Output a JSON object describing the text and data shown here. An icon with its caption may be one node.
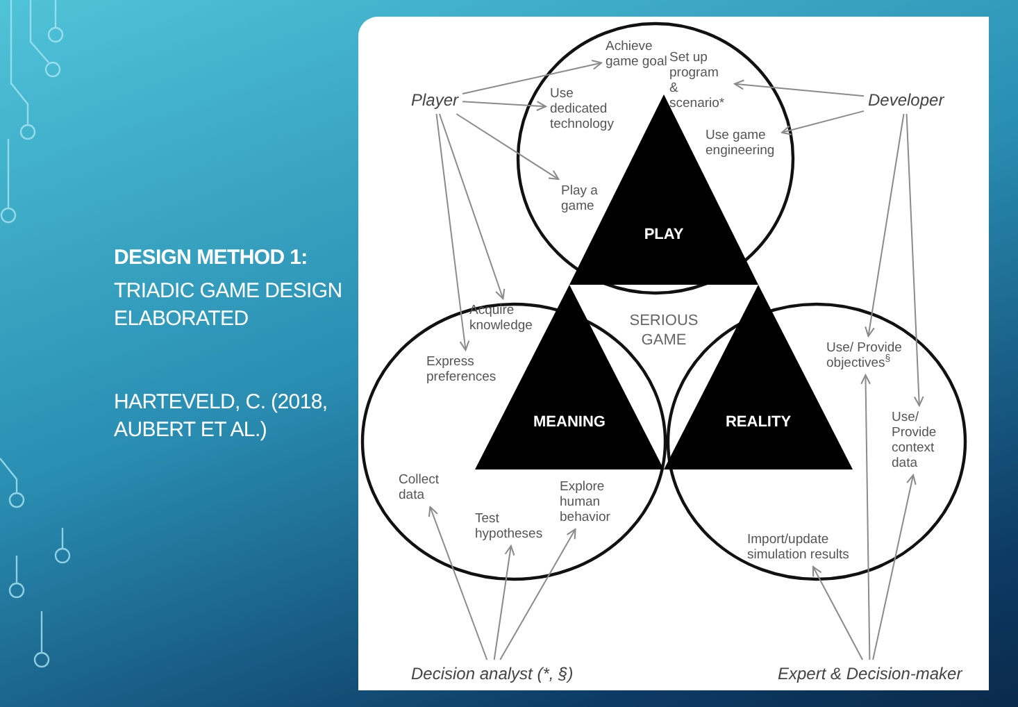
{
  "diagram": {
    "title": "DESIGN METHOD 1:",
    "nodes": [
      {
        "text": [
          "Player"
        ]
      },
      {
        "text": [
          "Developer"
        ]
      },
      {
        "text": [
          "PLAY"
        ]
      },
      {
        "text": [
          "Achieve game goal"
        ],
        "in": 2
      },
      {
        "text": [
          "Set up program & scenario*"
        ],
        "in": 2
      },
      {
        "text": [
          "Use dedicated technology"
        ],
        "in": 2
      },
      {
        "text": [
          "Use game engineering"
        ],
        "in": 2
      },
      {
        "text": [
          "Play a game"
        ],
        "in": 2
      },
      {
        "text": [
          "MEANING"
        ]
      },
      {
        "text": [
          "Acquire knowledge"
        ],
        "in": 8
      },
      {
        "text": [
          "Express preferences"
        ],
        "in": 8
      },
      {
        "text": [
          "Collect data"
        ],
        "in": 8
      },
      {
        "text": [
          "Test hypotheses"
        ],
        "in": 8
      },
      {
        "text": [
          "Explore human behavior"
        ],
        "in": 8
      },
      {
        "text": [
          "REALITY"
        ]
      },
      {
        "text": [
          "Use/ Provide objectives$^{§}$"
        ],
        "in": 14
      },
      {
        "text": [
          "Use/ Provide context data"
        ],
        "in": 14
      },
      {
        "text": [
          "Import/update simulation results"
        ],
        "in": 14
      },
      {
        "text": [
          "Decision analyst (*, §)"
        ]
      },
      {
        "text": [
          "Expert & Decision-maker"
        ]
      }
    ],
    "edges": [
      {
        "from": 0,
        "to": 3,
        "arrow": "to"
      },
      {
        "from": 0,
        "to": 5,
        "arrow": "to"
      },
      {
        "from": 0,
        "to": 7,
        "arrow": "to"
      },
      {
        "from": 0,
        "to": 9,
        "arrow": "to"
      },
      {
        "from": 0,
        "to": 10,
        "arrow": "to"
      },
      {
        "from": 1,
        "to": 4,
        "arrow": "to"
      },
      {
        "from": 1,
        "to": 6,
        "arrow": "to"
      },
      {
        "from": 1,
        "to": 15,
        "arrow": "to"
      },
      {
        "from": 1,
        "to": 16,
        "arrow": "to"
      },
      {
        "from": 18,
        "to": 11,
        "arrow": "to"
      },
      {
        "from": 18,
        "to": 12,
        "arrow": "to"
      },
      {
        "from": 18,
        "to": 13,
        "arrow": "to"
      },
      {
        "from": 19,
        "to": 17,
        "arrow": "to"
      },
      {
        "from": 19,
        "to": 15,
        "arrow": "to"
      },
      {
        "from": 19,
        "to": 16,
        "arrow": "to"
      }
    ],
    "labels": [
      "TRIADIC GAME DESIGN ELABORATED",
      "HARTEVELD, C. (2018, AUBERT ET AL.)",
      "SERIOUS GAME"
    ]
  }
}
